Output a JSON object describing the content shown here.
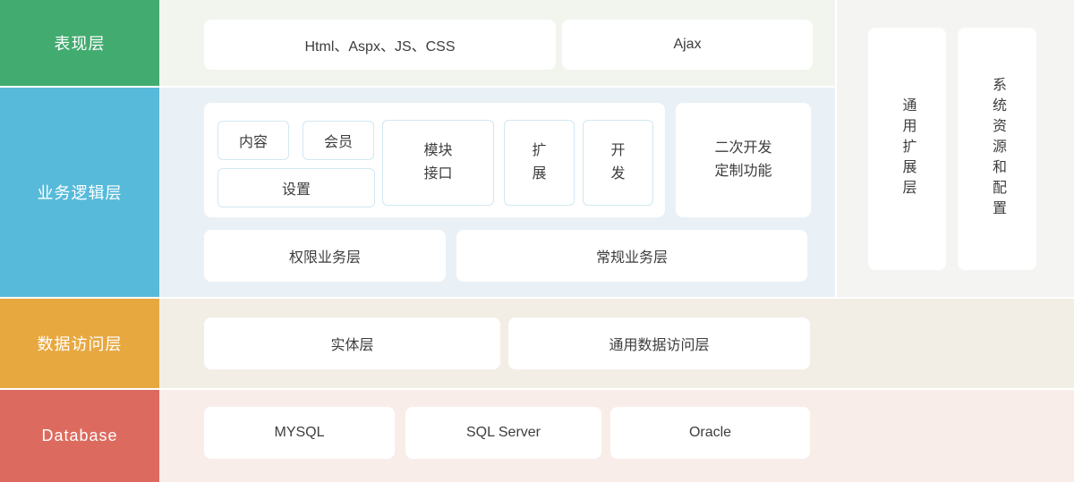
{
  "sidebar": {
    "items": [
      {
        "label": "表现层",
        "color": "#42ab70"
      },
      {
        "label": "业务逻辑层",
        "color": "#57badb"
      },
      {
        "label": "数据访问层",
        "color": "#e8a840"
      },
      {
        "label": "Database",
        "color": "#dd6a5e"
      }
    ]
  },
  "presentation_layer": {
    "web_technologies": "Html、Aspx、JS、CSS",
    "ajax": "Ajax"
  },
  "business_layer": {
    "modules": {
      "content": "内容",
      "member": "会员",
      "settings": "设置",
      "module_interface": "模块\n接口",
      "extension": "扩\n展",
      "development": "开\n发"
    },
    "secondary_development": "二次开发\n定制功能",
    "permission_business": "权限业务层",
    "regular_business": "常规业务层"
  },
  "data_access_layer": {
    "entity": "实体层",
    "generic_data_access": "通用数据访问层"
  },
  "database_layer": {
    "mysql": "MYSQL",
    "sql_server": "SQL Server",
    "oracle": "Oracle"
  },
  "side_panels": {
    "general_extension": "通用扩展层",
    "system_resources": "系统资源和配置"
  },
  "colors": {
    "presentation_band": "#f1f5ee",
    "business_band": "#e9f1f6",
    "right_column_band": "#f4f4f2",
    "data_access_band": "#f3eee5",
    "database_band": "#f9edea",
    "module_box_border": "#d2e7f1",
    "box_text": "#3d3d3d"
  }
}
